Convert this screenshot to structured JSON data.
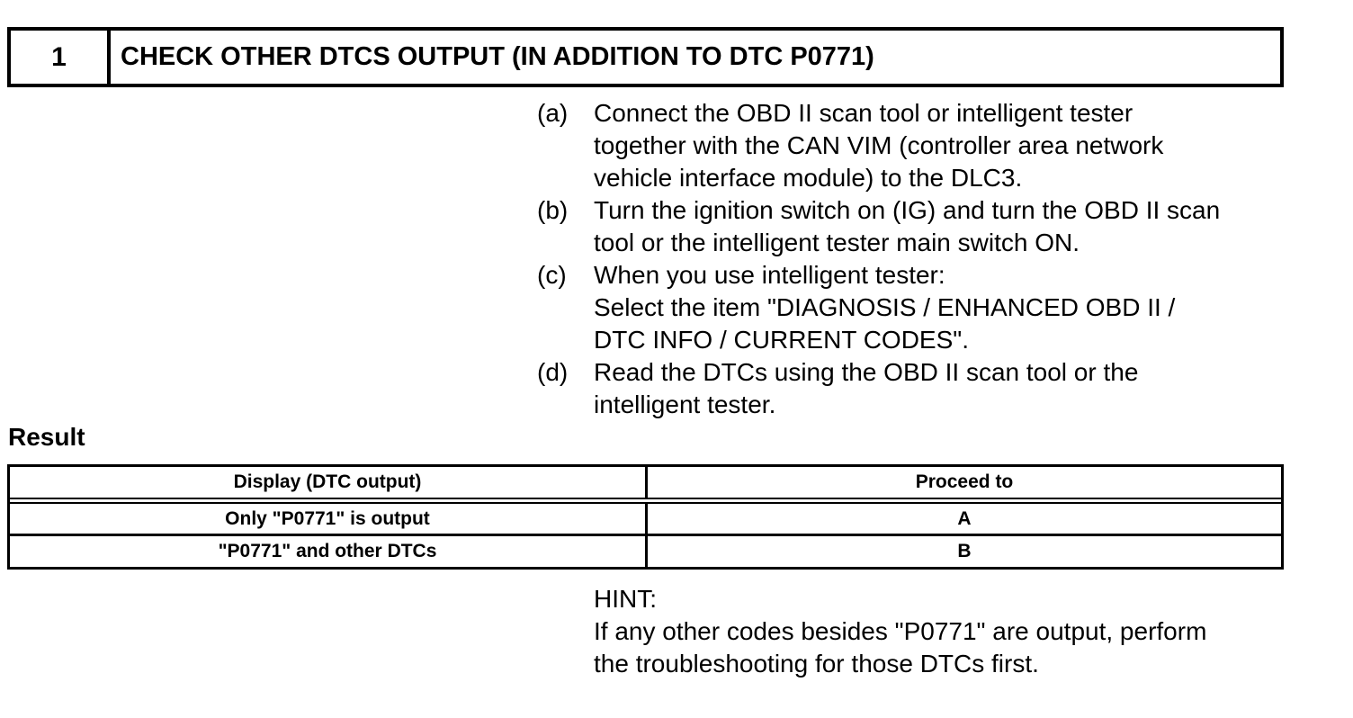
{
  "page": {
    "background": "#ffffff",
    "text_color": "#000000"
  },
  "step_header": {
    "number": "1",
    "title": "CHECK OTHER DTCS OUTPUT (IN ADDITION TO DTC P0771)"
  },
  "instructions": [
    {
      "label": "(a)",
      "lines": [
        "Connect the OBD II scan tool or intelligent tester",
        "together with the CAN VIM (controller area network",
        "vehicle interface module) to the DLC3."
      ]
    },
    {
      "label": "(b)",
      "lines": [
        "Turn the ignition switch on (IG) and turn the OBD II scan",
        "tool or the intelligent tester main switch ON."
      ]
    },
    {
      "label": "(c)",
      "lines": [
        "When you use intelligent tester:",
        "Select the item \"DIAGNOSIS / ENHANCED OBD II /",
        "DTC INFO / CURRENT CODES\"."
      ]
    },
    {
      "label": "(d)",
      "lines": [
        "Read the DTCs using the OBD II scan tool or the",
        "intelligent tester."
      ]
    }
  ],
  "result": {
    "heading": "Result",
    "table": {
      "columns": [
        "Display (DTC output)",
        "Proceed to"
      ],
      "rows": [
        {
          "display": "Only \"P0771\" is output",
          "proceed_to": "A"
        },
        {
          "display": "\"P0771\" and other DTCs",
          "proceed_to": "B"
        }
      ]
    }
  },
  "hint": {
    "label": "HINT:",
    "lines": [
      "If any other codes besides \"P0771\" are output, perform",
      "the troubleshooting for those DTCs first."
    ]
  }
}
